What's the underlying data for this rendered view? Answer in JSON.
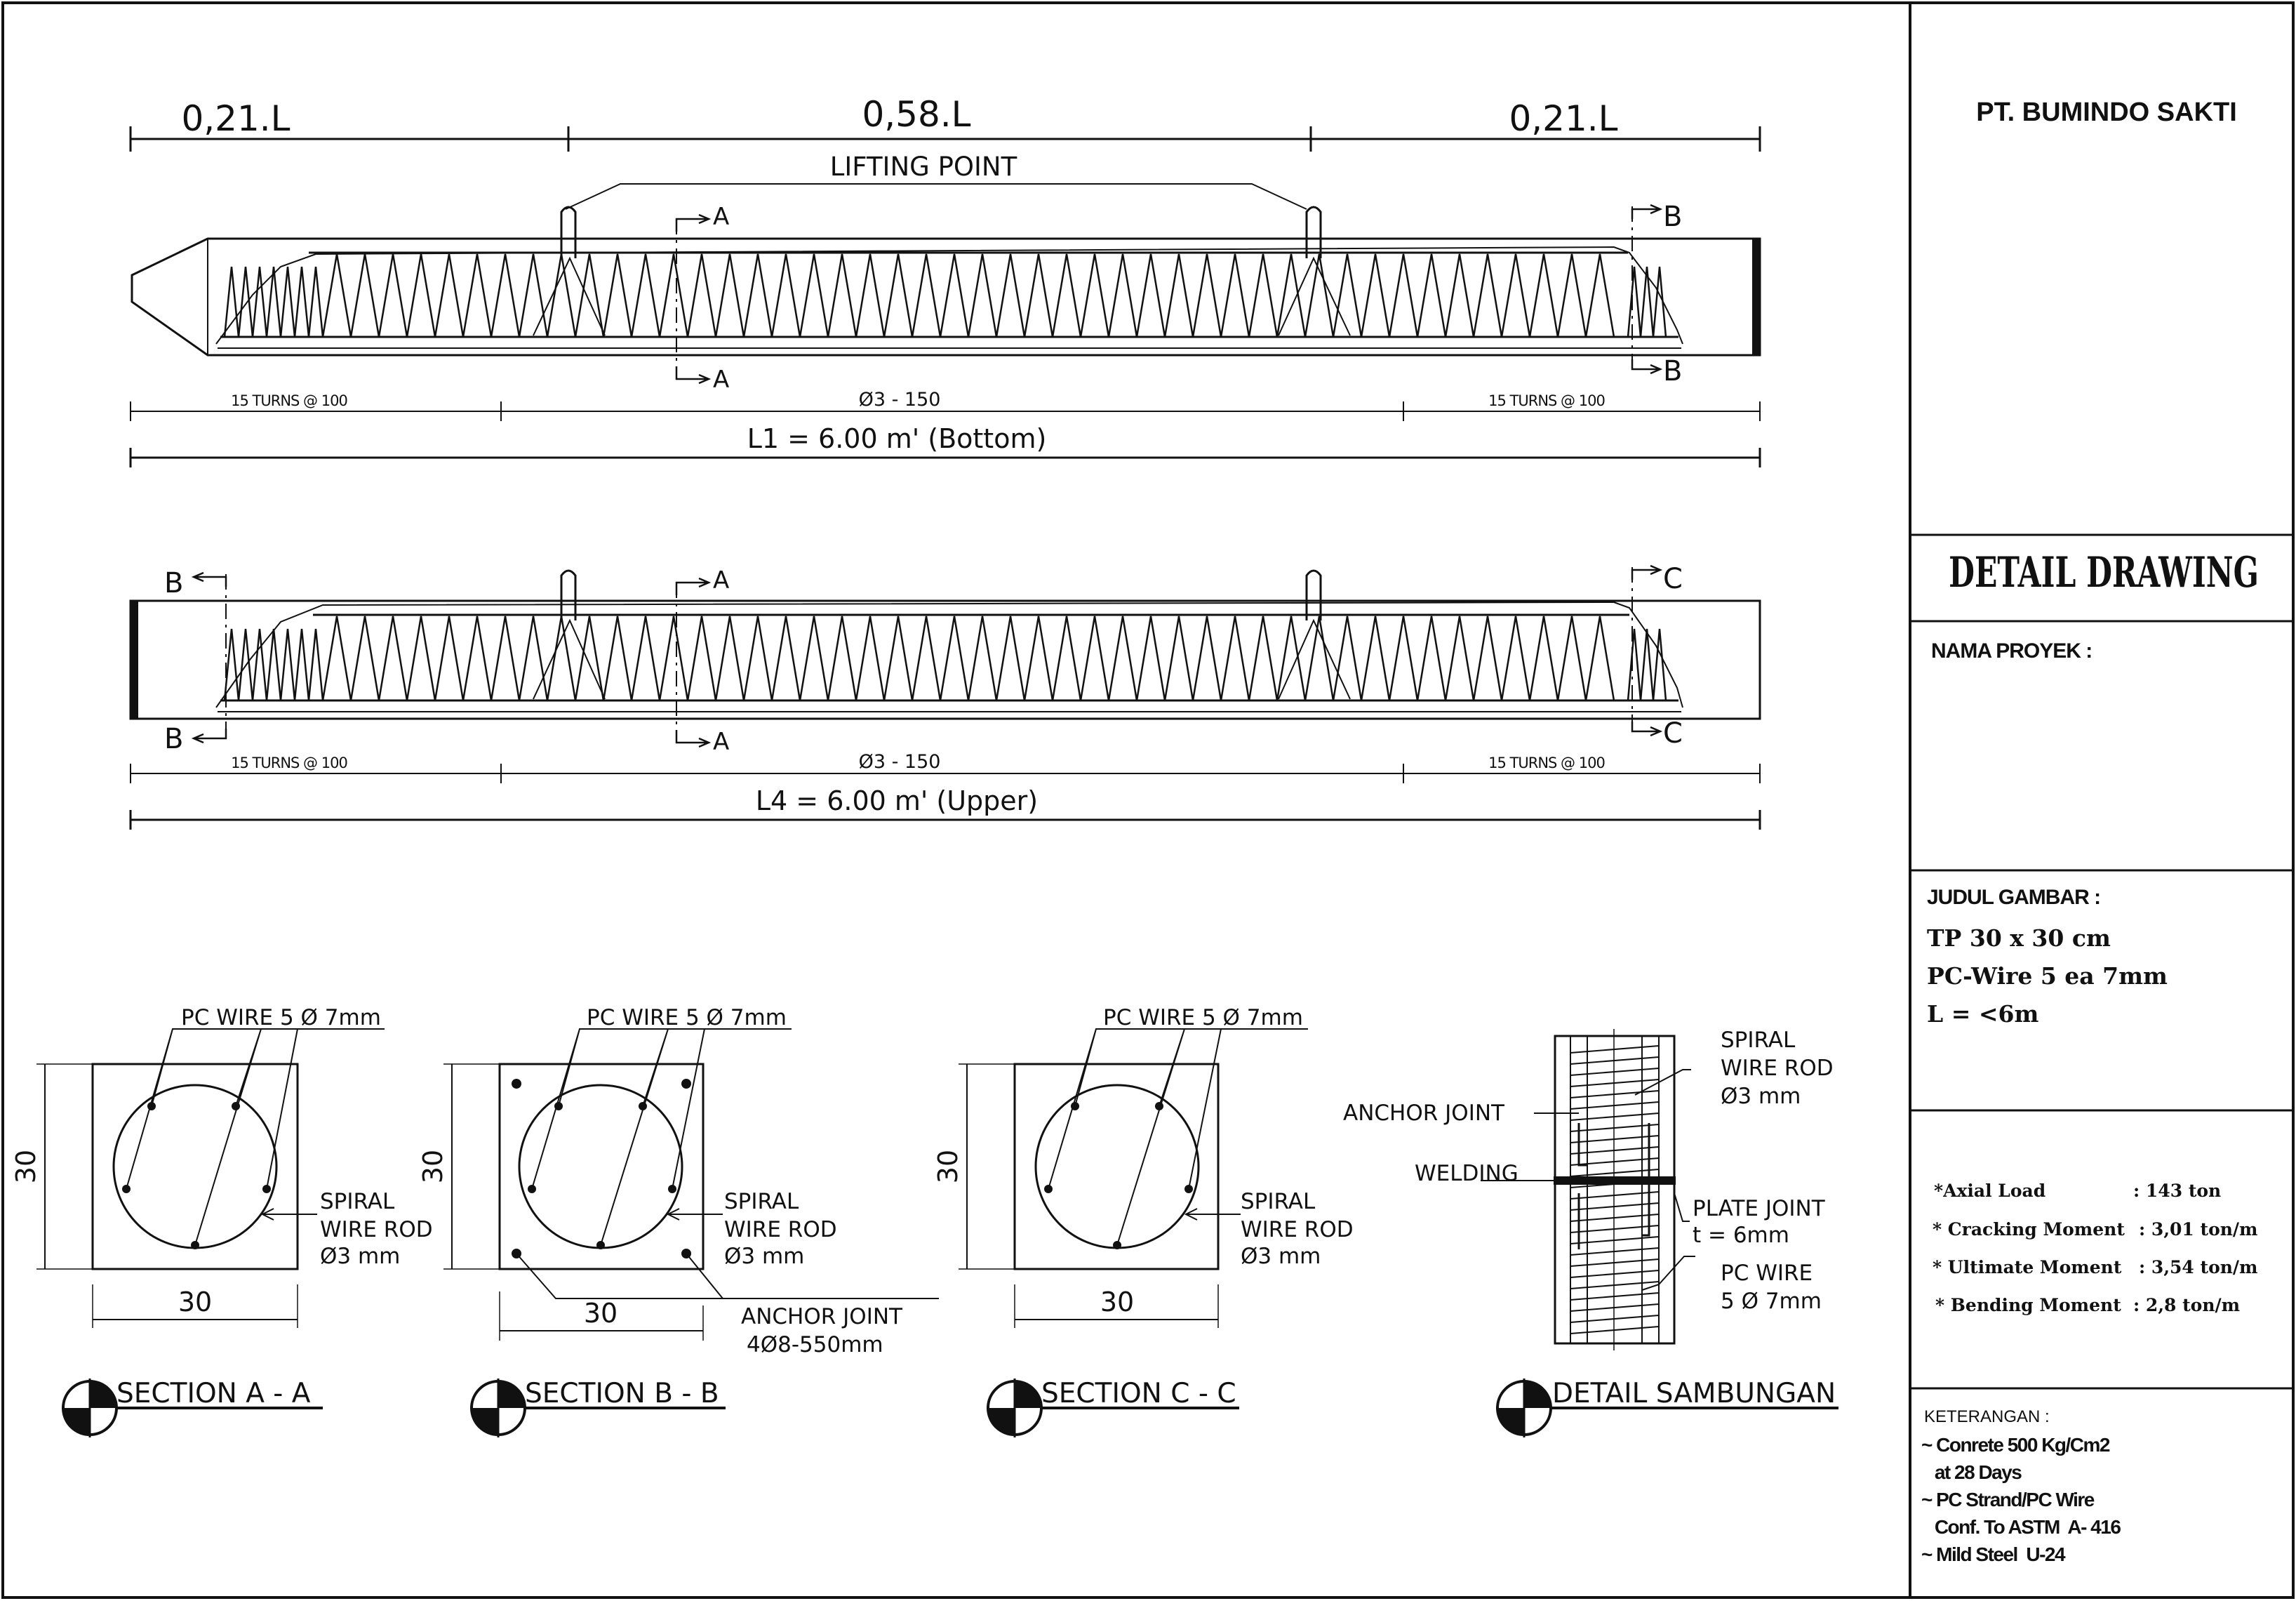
{
  "title_block": {
    "company": "PT. BUMINDO SAKTI",
    "drawing_type": "DETAIL  DRAWING",
    "project_label": "NAMA PROYEK :",
    "title_label": "JUDUL GAMBAR :",
    "title_lines": [
      "TP 30 x 30 cm",
      "PC-Wire 5 ea 7mm",
      "L = <6m"
    ],
    "specs": [
      {
        "label": "*Axial Load",
        "value": ": 143 ton"
      },
      {
        "label": "* Cracking Moment",
        "value": ": 3,01 ton/m"
      },
      {
        "label": "* Ultimate Moment",
        "value": ": 3,54 ton/m"
      },
      {
        "label": "* Bending Moment",
        "value": ": 2,8 ton/m"
      }
    ],
    "notes_label": "KETERANGAN :",
    "notes": [
      "~ Conrete 500 Kg/Cm2",
      "   at 28 Days",
      "~ PC Strand/PC Wire",
      "   Conf. To ASTM  A- 416",
      "~ Mild Steel  U-24"
    ]
  },
  "pile_bottom": {
    "seg_left": "0,21.L",
    "seg_mid": "0,58.L",
    "seg_right": "0,21.L",
    "lifting_point": "LIFTING POINT",
    "turns_left": "15 TURNS @ 100",
    "spiral_mid": "Ø3 - 150",
    "turns_right": "15 TURNS @ 100",
    "length": "L1 = 6.00 m' (Bottom)",
    "cut_a": "A",
    "cut_b": "B"
  },
  "pile_upper": {
    "turns_left": "15 TURNS @ 100",
    "spiral_mid": "Ø3 - 150",
    "turns_right": "15 TURNS @ 100",
    "length": "L4 = 6.00 m' (Upper)",
    "cut_a": "A",
    "cut_b": "B",
    "cut_c": "C"
  },
  "sections": [
    {
      "title": "SECTION A - A",
      "pc_wire": "PC WIRE 5 Ø 7mm",
      "spiral": [
        "SPIRAL",
        "WIRE ROD",
        "Ø3 mm"
      ],
      "width": "30",
      "height": "30"
    },
    {
      "title": "SECTION B - B",
      "pc_wire": "PC WIRE 5 Ø 7mm",
      "spiral": [
        "SPIRAL",
        "WIRE ROD",
        "Ø3 mm"
      ],
      "width": "30",
      "height": "30",
      "anchor": [
        "ANCHOR JOINT",
        "4Ø8-550mm"
      ]
    },
    {
      "title": "SECTION C - C",
      "pc_wire": "PC WIRE 5 Ø 7mm",
      "spiral": [
        "SPIRAL",
        "WIRE ROD",
        "Ø3 mm"
      ],
      "width": "30",
      "height": "30"
    }
  ],
  "joint_detail": {
    "title": "DETAIL SAMBUNGAN",
    "spiral": [
      "SPIRAL",
      "WIRE ROD",
      "Ø3 mm"
    ],
    "anchor": "ANCHOR JOINT",
    "welding": "WELDING",
    "plate": [
      "PLATE JOINT",
      "t = 6mm"
    ],
    "pc_wire": [
      "PC WIRE",
      "5 Ø 7mm"
    ]
  }
}
